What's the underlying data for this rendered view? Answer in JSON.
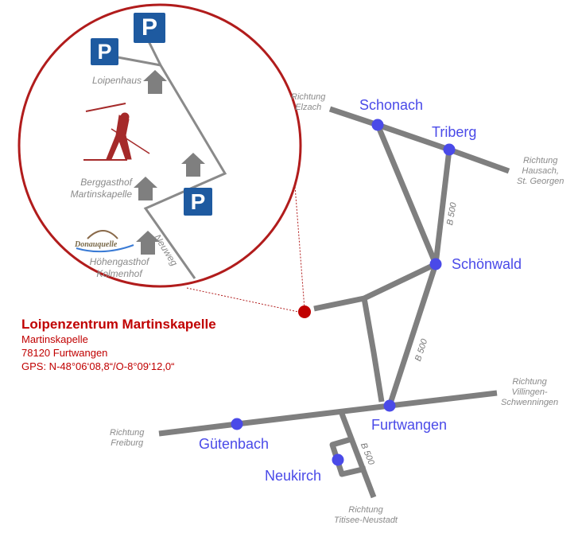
{
  "colors": {
    "road": "#7f7f7f",
    "town": "#4a4ae8",
    "accent": "#b11c1c",
    "parking": "#1e5aa0"
  },
  "towns": {
    "schonach": "Schonach",
    "triberg": "Triberg",
    "schoenwald": "Schönwald",
    "furtwangen": "Furtwangen",
    "guetenbach": "Gütenbach",
    "neukirch": "Neukirch"
  },
  "directions": {
    "elzach": [
      "Richtung",
      "Elzach"
    ],
    "hausach": [
      "Richtung",
      "Hausach,",
      "St. Georgen"
    ],
    "villingen": [
      "Richtung",
      "Villingen-",
      "Schwenningen"
    ],
    "freiburg": [
      "Richtung",
      "Freiburg"
    ],
    "titisee": [
      "Richtung",
      "Titisee-Neustadt"
    ]
  },
  "road_label": "B 500",
  "inset": {
    "parking_label": "P",
    "loipenhaus": "Loipenhaus",
    "berggasthof": [
      "Berggasthof",
      "Martinskapelle"
    ],
    "hoehengasthof": [
      "Höhengasthof",
      "Kolmenhof"
    ],
    "neuweg": "Neuweg",
    "logo_text": "Donauquelle"
  },
  "address": {
    "title": "Loipenzentrum Martinskapelle",
    "line1": "Martinskapelle",
    "line2": "78120 Furtwangen",
    "gps": "GPS: N-48°06‘08,8“/O-8°09‘12,0“"
  }
}
